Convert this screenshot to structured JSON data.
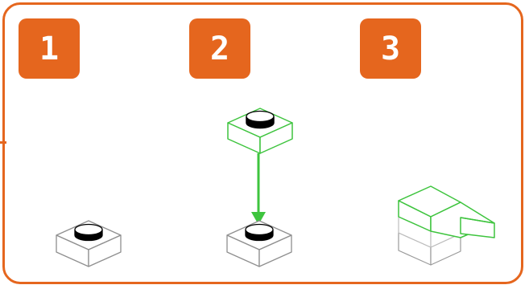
{
  "steps": [
    {
      "number": "1"
    },
    {
      "number": "2"
    },
    {
      "number": "3"
    }
  ],
  "colors": {
    "accent": "#e5661e",
    "highlight": "#3ec43e",
    "outline": "#9a9a9a",
    "stud": "#000000"
  }
}
